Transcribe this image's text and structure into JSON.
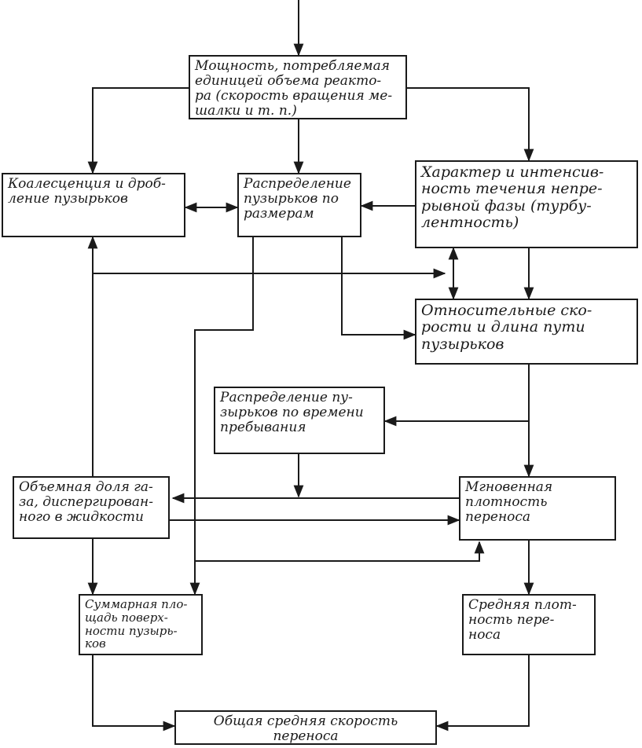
{
  "nodes": {
    "power": "Мощность, потребляемая\nединицей объема реакто-\nра (скорость вращения ме-\nшалки и т. п.)",
    "coalescence": "Коалесценция и дроб-\nление пузырьков",
    "size_distribution": "Распределение\nпузырьков по\nразмерам",
    "flow_character": "Характер и интенсив-\nность течения непре-\nрывной фазы (турбу-\nлентность)",
    "relative_velocity": "Относительные ско-\nрости и длина пути\nпузырьков",
    "residence_distribution": "Распределение пу-\nзырьков по времени\nпребывания",
    "gas_fraction": "Объемная доля га-\nза, диспергирован-\nного в жидкости",
    "instant_transfer": "Мгновенная\nплотность\nпереноса",
    "total_area": "Суммарная пло-\nщадь поверх-\nности пузырь-\nков",
    "mean_density": "Средняя плот-\nность пере-\nноса",
    "overall_rate": "Общая средняя скорость\nпереноса"
  }
}
